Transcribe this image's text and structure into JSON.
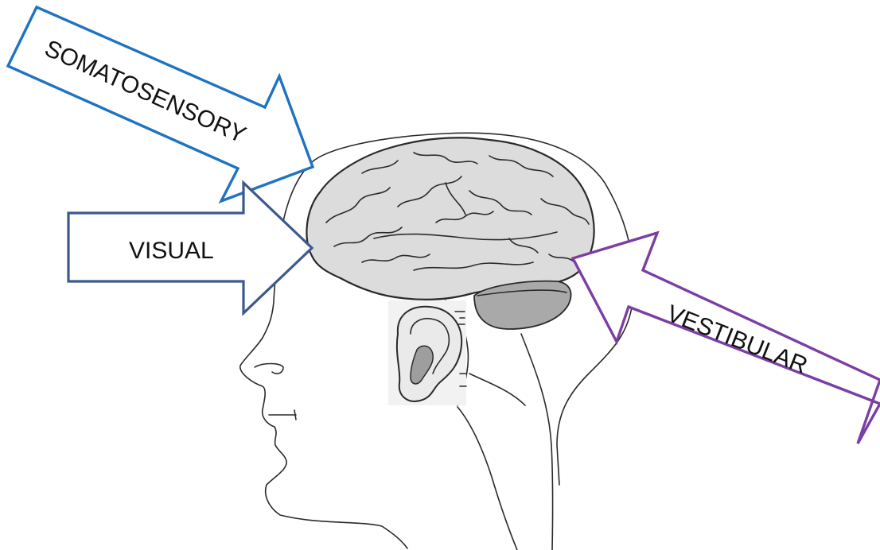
{
  "arrows": {
    "somatosensory": {
      "label": "SOMATOSENSORY",
      "color": "#1f73c0"
    },
    "visual": {
      "label": "VISUAL",
      "color": "#3b5a8c"
    },
    "vestibular": {
      "label": "VESTIBULAR",
      "color": "#7b3fa3"
    }
  },
  "colors": {
    "brain_fill": "#dcdcdc",
    "cerebellum_fill": "#a9a9a9",
    "outline": "#2a2a2a"
  },
  "icons": [
    "head-outline",
    "brain",
    "cerebellum",
    "ear-icon"
  ]
}
